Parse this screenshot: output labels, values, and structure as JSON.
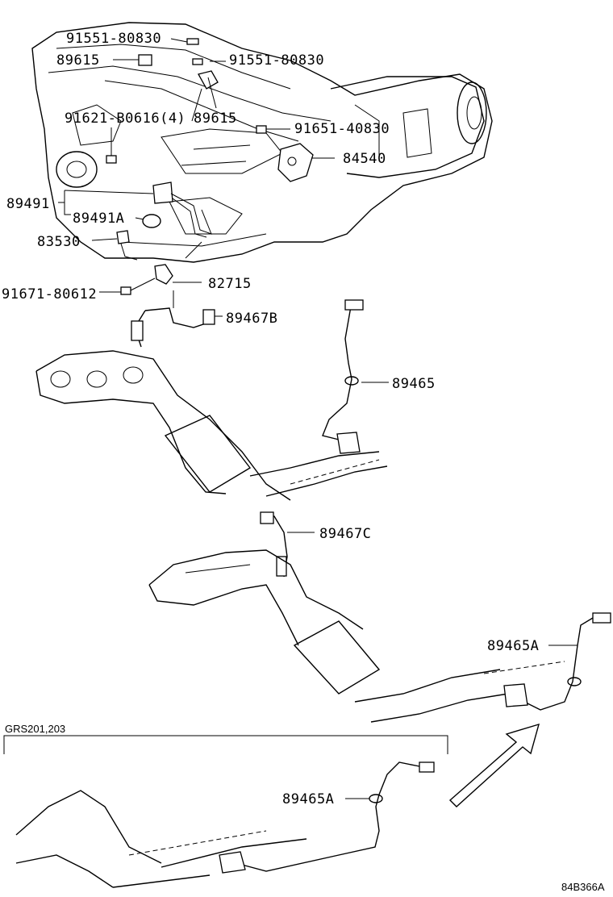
{
  "labels": {
    "p91551_top": "91551-80830",
    "p89615_left": "89615",
    "p91551_right": "91551-80830",
    "p91621": "91621-B0616(4)",
    "p89615_right": "89615",
    "p91651": "91651-40830",
    "p84540": "84540",
    "p89491": "89491",
    "p89491A": "89491A",
    "p83530": "83530",
    "p91671": "91671-80612",
    "p82715": "82715",
    "p89467B": "89467B",
    "p89465": "89465",
    "p89467C": "89467C",
    "p89465A_right": "89465A",
    "p89465A_bottom": "89465A"
  },
  "variant_note": "GRS201,203",
  "diagram_code": "84B366A"
}
